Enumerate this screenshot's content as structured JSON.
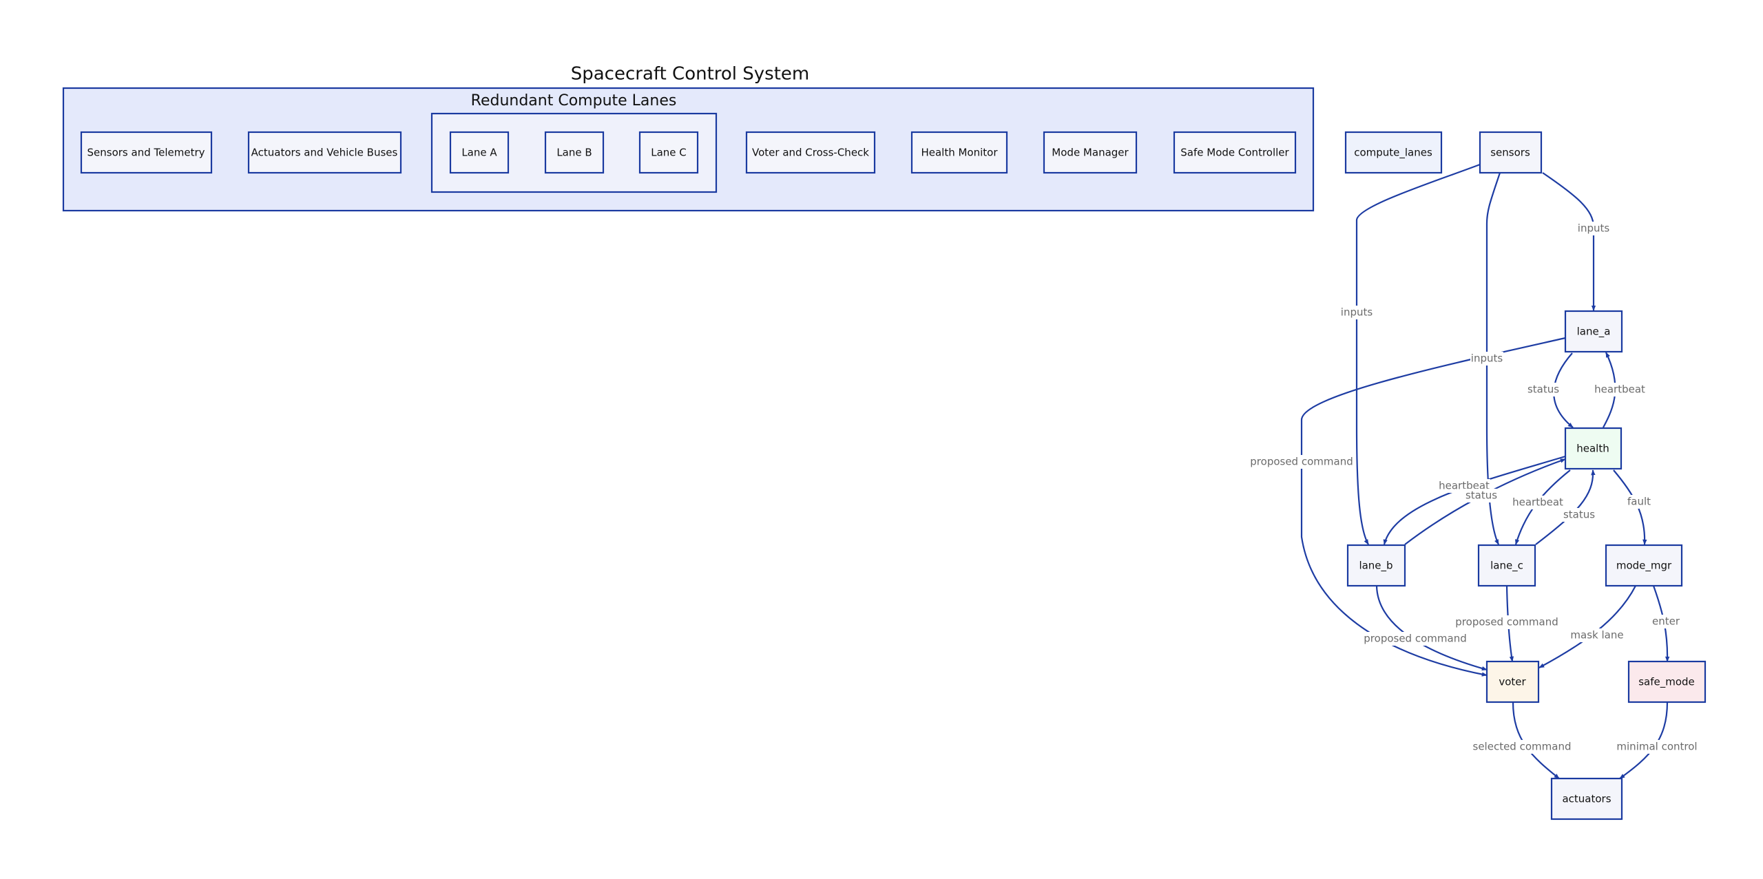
{
  "diagram": {
    "title": "Spacecraft Control System",
    "colors": {
      "edge": "#1d3ca3",
      "border": "#1a3aa0",
      "outer_fill": "#e4e9fb",
      "inner_fill": "#eff1fb",
      "node_fill": "#f4f5fb",
      "health_fill": "#eefcf2",
      "voter_fill": "#fdf5e8",
      "safe_mode_fill": "#fbe9ec",
      "label": "#6b6b6b"
    },
    "groups": [
      {
        "id": "system",
        "label": ""
      },
      {
        "id": "compute_lanes",
        "label": "Redundant Compute Lanes"
      }
    ],
    "legend_nodes": [
      {
        "id": "sensors_and_telemetry",
        "label": "Sensors and Telemetry"
      },
      {
        "id": "actuators_and_vehicle_buses",
        "label": "Actuators and Vehicle Buses"
      },
      {
        "id": "lane_a_box",
        "label": "Lane A"
      },
      {
        "id": "lane_b_box",
        "label": "Lane B"
      },
      {
        "id": "lane_c_box",
        "label": "Lane C"
      },
      {
        "id": "voter_and_cross_check",
        "label": "Voter and Cross-Check"
      },
      {
        "id": "health_monitor",
        "label": "Health Monitor"
      },
      {
        "id": "mode_manager",
        "label": "Mode Manager"
      },
      {
        "id": "safe_mode_controller",
        "label": "Safe Mode Controller"
      }
    ],
    "nodes": [
      {
        "id": "compute_lanes",
        "label": "compute_lanes"
      },
      {
        "id": "sensors",
        "label": "sensors"
      },
      {
        "id": "lane_a",
        "label": "lane_a"
      },
      {
        "id": "health",
        "label": "health"
      },
      {
        "id": "lane_b",
        "label": "lane_b"
      },
      {
        "id": "lane_c",
        "label": "lane_c"
      },
      {
        "id": "mode_mgr",
        "label": "mode_mgr"
      },
      {
        "id": "voter",
        "label": "voter"
      },
      {
        "id": "safe_mode",
        "label": "safe_mode"
      },
      {
        "id": "actuators",
        "label": "actuators"
      }
    ],
    "edges": [
      {
        "from": "sensors",
        "to": "lane_a",
        "label": "inputs"
      },
      {
        "from": "sensors",
        "to": "lane_b",
        "label": "inputs"
      },
      {
        "from": "sensors",
        "to": "lane_c",
        "label": "inputs"
      },
      {
        "from": "lane_a",
        "to": "health",
        "label": "status"
      },
      {
        "from": "health",
        "to": "lane_a",
        "label": "heartbeat"
      },
      {
        "from": "lane_a",
        "to": "voter",
        "label": "proposed command"
      },
      {
        "from": "health",
        "to": "lane_b",
        "label": "heartbeat"
      },
      {
        "from": "lane_b",
        "to": "health",
        "label": "status"
      },
      {
        "from": "health",
        "to": "lane_c",
        "label": "heartbeat"
      },
      {
        "from": "lane_c",
        "to": "health",
        "label": "status"
      },
      {
        "from": "health",
        "to": "mode_mgr",
        "label": "fault"
      },
      {
        "from": "lane_b",
        "to": "voter",
        "label": "proposed command"
      },
      {
        "from": "lane_c",
        "to": "voter",
        "label": "proposed command"
      },
      {
        "from": "mode_mgr",
        "to": "voter",
        "label": "mask lane"
      },
      {
        "from": "mode_mgr",
        "to": "safe_mode",
        "label": "enter"
      },
      {
        "from": "voter",
        "to": "actuators",
        "label": "selected command"
      },
      {
        "from": "safe_mode",
        "to": "actuators",
        "label": "minimal control"
      }
    ]
  }
}
